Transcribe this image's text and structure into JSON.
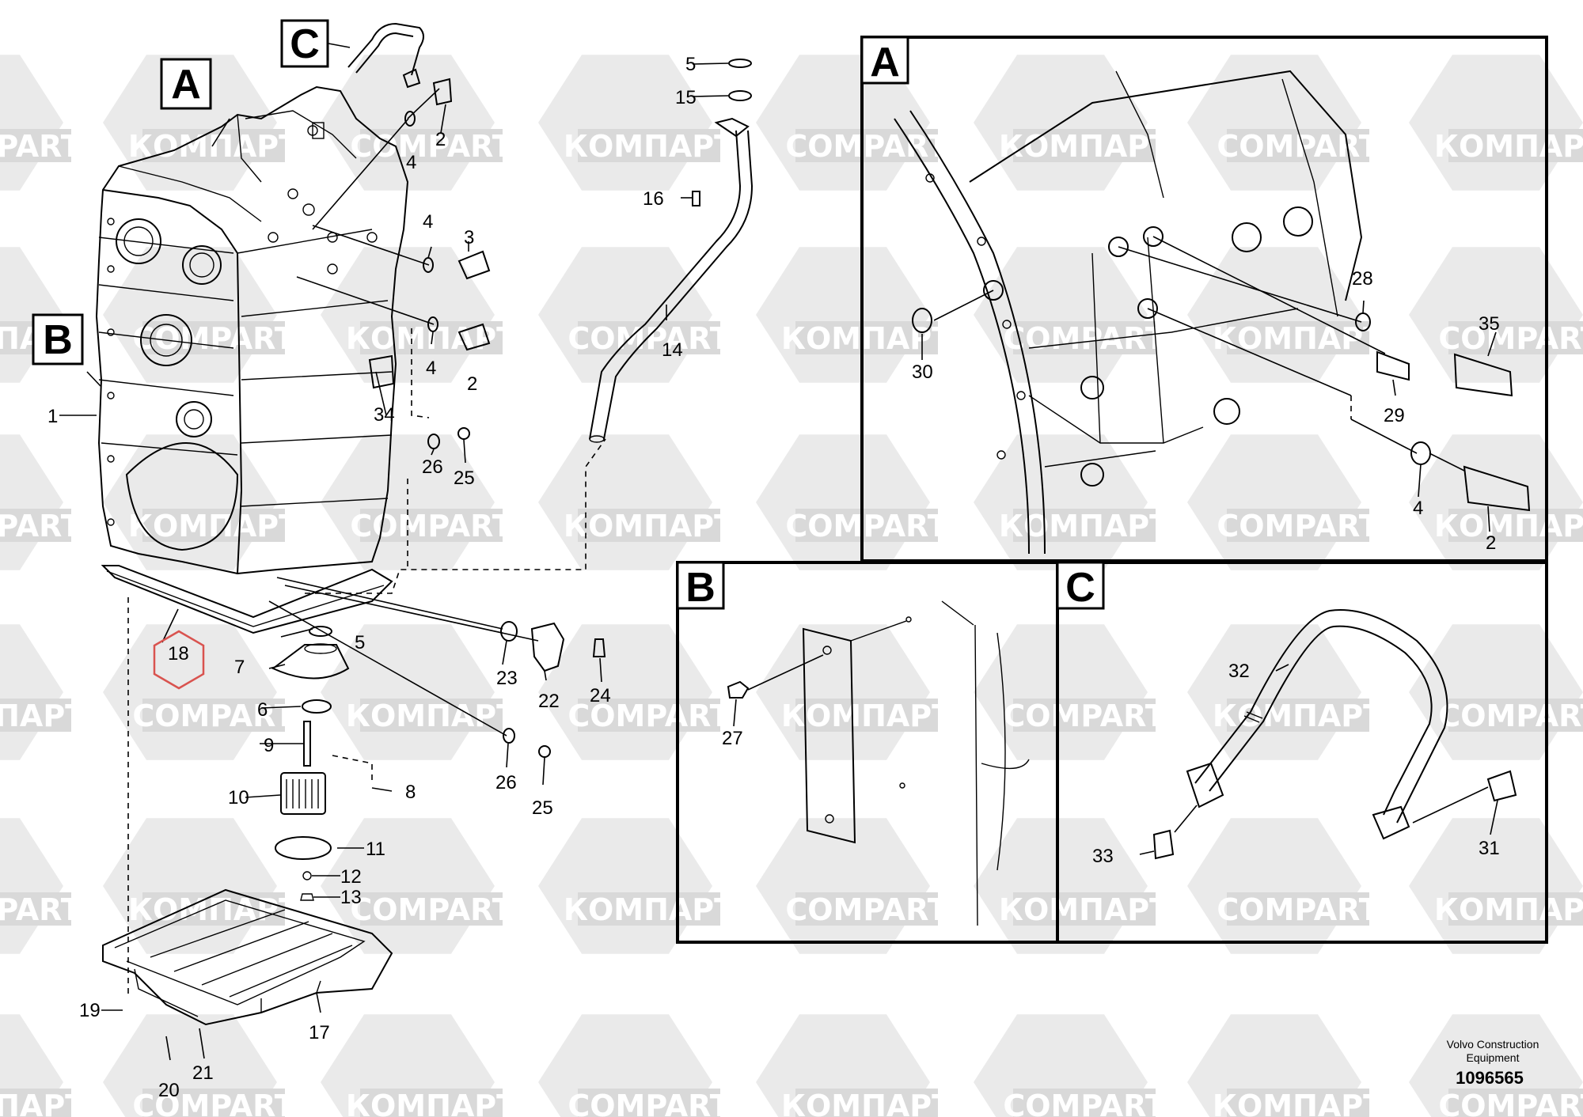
{
  "watermarks": [
    "COMPART",
    "КОМПАРТ"
  ],
  "section_labels": {
    "a": "A",
    "b": "B",
    "c": "C"
  },
  "callouts": {
    "c1": "1",
    "c2a": "2",
    "c2b": "2",
    "c2c": "2",
    "c3": "3",
    "c4a": "4",
    "c4b": "4",
    "c4c": "4",
    "c4d": "4",
    "c5a": "5",
    "c5b": "5",
    "c6": "6",
    "c7": "7",
    "c8": "8",
    "c9": "9",
    "c10": "10",
    "c11": "11",
    "c12": "12",
    "c13": "13",
    "c14": "14",
    "c15": "15",
    "c16": "16",
    "c17": "17",
    "c18": "18",
    "c19": "19",
    "c20": "20",
    "c21": "21",
    "c22": "22",
    "c23": "23",
    "c24": "24",
    "c25a": "25",
    "c25b": "25",
    "c26a": "26",
    "c26b": "26",
    "c27": "27",
    "c28": "28",
    "c29": "29",
    "c30": "30",
    "c31": "31",
    "c32": "32",
    "c33": "33",
    "c34": "34",
    "c35": "35"
  },
  "footer": {
    "maker_line1": "Volvo Construction",
    "maker_line2": "Equipment",
    "doc_number": "1096565"
  },
  "colors": {
    "line": "#000000",
    "highlight": "#d9534f",
    "watermark": "#d9d9d9"
  }
}
